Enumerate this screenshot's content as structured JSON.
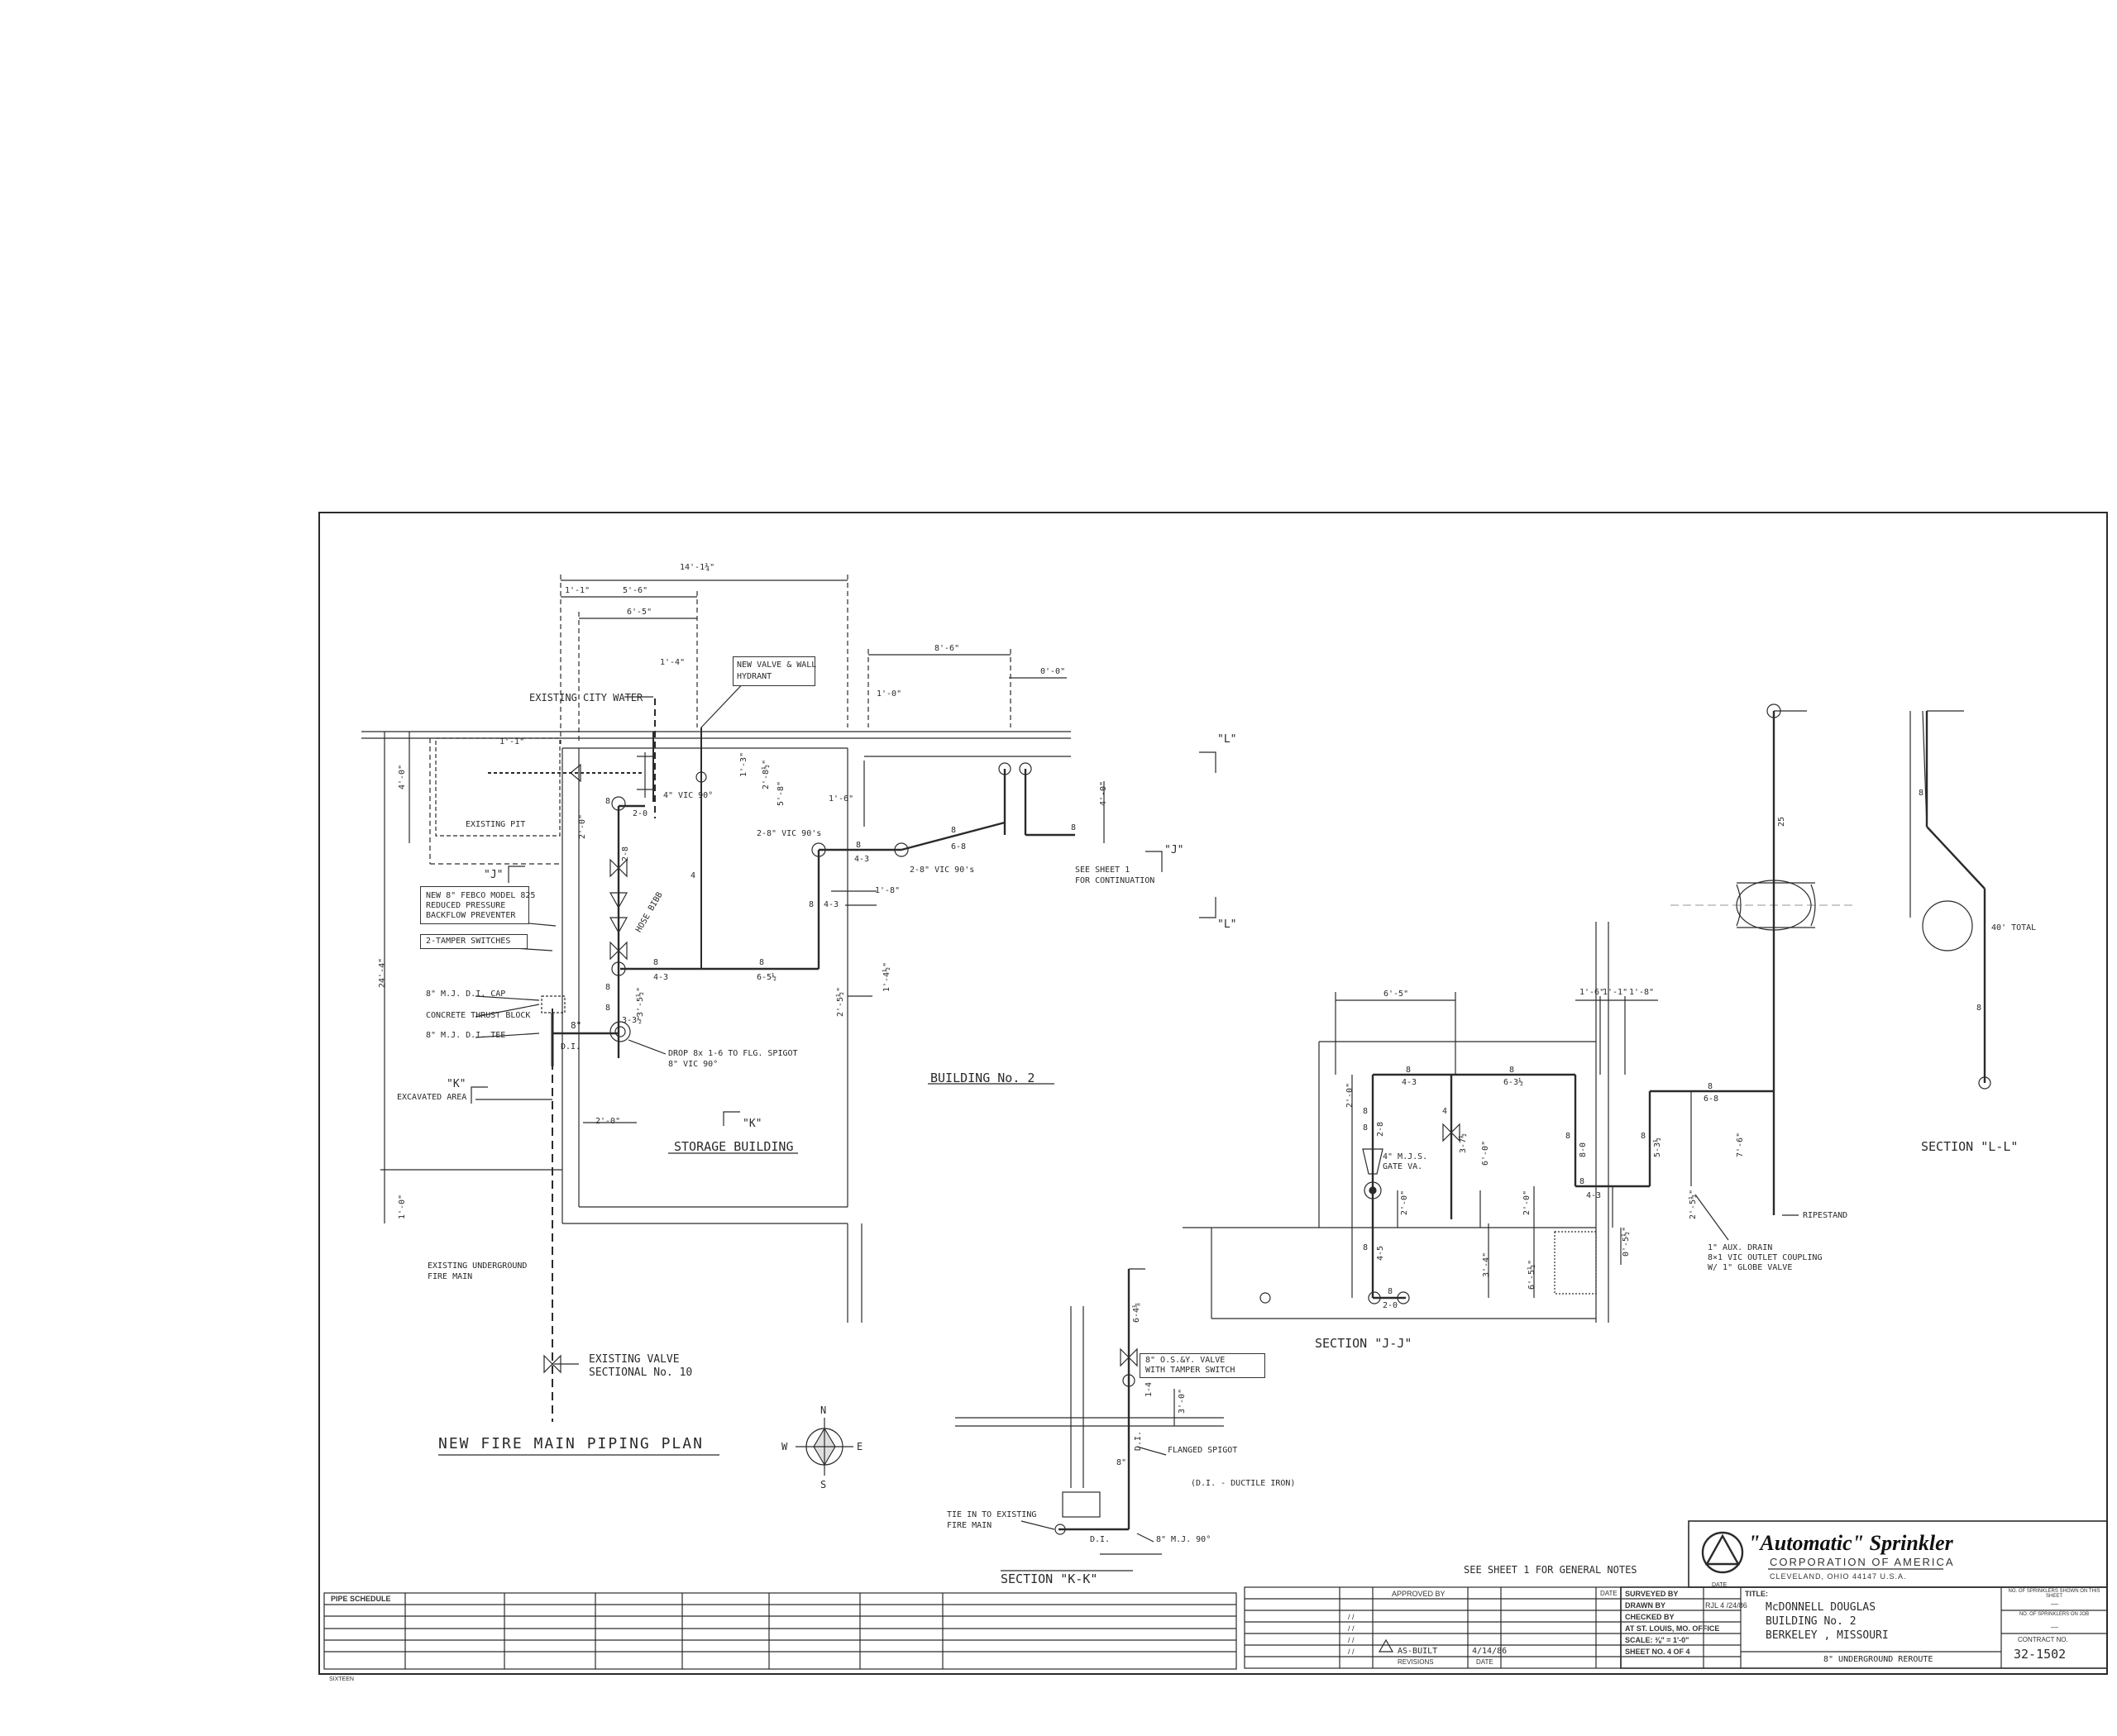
{
  "plan": {
    "title": "NEW FIRE MAIN PIPING PLAN",
    "building": "BUILDING No. 2",
    "storage": "STORAGE BUILDING",
    "existing_city_water": "EXISTING CITY WATER",
    "new_valve_hydrant": [
      "NEW VALVE & WALL",
      "HYDRANT"
    ],
    "existing_pit": "EXISTING PIT",
    "backflow": [
      "NEW 8\" FEBCO MODEL 825",
      "REDUCED PRESSURE",
      "BACKFLOW PREVENTER"
    ],
    "tamper_switches": "2-TAMPER SWITCHES",
    "cap": "8\" M.J. D.I. CAP",
    "thrust_block": "CONCRETE THRUST BLOCK",
    "tee": "8\" M.J. D.I. TEE",
    "excavated": "EXCAVATED AREA",
    "existing_main": [
      "EXISTING UNDERGROUND",
      "FIRE MAIN"
    ],
    "existing_valve": [
      "EXISTING VALVE",
      "SECTIONAL No. 10"
    ],
    "drop": [
      "DROP 8x 1-6 TO FLG. SPIGOT",
      "8\" VIC 90°"
    ],
    "see_sheet": [
      "SEE SHEET 1",
      "FOR CONTINUATION"
    ],
    "hose_bibb": "HOSE BIBB",
    "vic_90": "4\" VIC 90°",
    "vic_90s": "2-8\" VIC 90's",
    "vic_90s_b": "2-8\" VIC 90's",
    "di_label": "D.I.",
    "dims": {
      "overall": "14'-1¾\"",
      "d1": "1'-1\"",
      "d2": "5'-6\"",
      "d3": "6'-5\"",
      "d4": "8'-6\"",
      "d5": "0'-0\"",
      "d6": "1'-4\"",
      "d7": "1'-0\"",
      "d8": "1'-1\"",
      "d9": "4'-0\"",
      "d10": "2'-8½\"",
      "d11": "1'-3\"",
      "d12": "5'-8\"",
      "d13": "4'-0\"",
      "d14": "1'-6\"",
      "d15": "1'-8\"",
      "d16": "2'-0\"",
      "d17": "1'-0\"",
      "d18": "24'-4\"",
      "d19": "1'-4½\"",
      "d20": "2'-5½\"",
      "d21": "3'-5½\"",
      "d22": "2'-0\""
    },
    "pipes": {
      "p1": "8",
      "p2": "2-0",
      "p3": "8",
      "p4": "4-3",
      "p5": "8",
      "p6": "6-8",
      "p7": "8",
      "p8": "4-3",
      "p9": "8",
      "p10": "6-5½",
      "p11": "8",
      "p12": "4",
      "p13": "8",
      "p14": "4-3",
      "p15": "8",
      "p16": "2-8",
      "p17": "8",
      "p18": "3-3½",
      "p19": "8\""
    },
    "section_marks": {
      "L_top": "\"L\"",
      "J_right": "\"J\"",
      "L_bottom": "\"L\"",
      "J_left": "\"J\"",
      "K_left": "\"K\"",
      "K_bottom": "\"K\""
    },
    "compass": {
      "n": "N",
      "s": "S",
      "e": "E",
      "w": "W"
    }
  },
  "section_jj": {
    "title": "SECTION \"J-J\"",
    "gate": [
      "4\" M.J.S.",
      "GATE VA."
    ],
    "aux": [
      "1\" AUX. DRAIN",
      "8×1 VIC OUTLET COUPLING",
      "W/ 1\" GLOBE VALVE"
    ],
    "riser": "RIPESTAND",
    "dims": {
      "a": "6'-5\"",
      "b": "1'-6\"",
      "c": "1'-1\"",
      "d": "1'-8\"",
      "e": "2'-0\"",
      "f": "2'-0\"",
      "g": "6'-0\"",
      "h": "3'-4\"",
      "i": "6'-5½\"",
      "j": "2'-5½\"",
      "k": "0'-5½\"",
      "l": "7'-6\"",
      "m": "2'-0\""
    },
    "pipes": {
      "a": "8",
      "b": "4-3",
      "c": "8",
      "d": "6-3½",
      "e": "8",
      "f": "4",
      "g": "3-7½",
      "h": "8",
      "i": "8-0",
      "j": "8",
      "k": "5-3½",
      "l": "8",
      "m": "4-3",
      "n": "8",
      "o": "6-8",
      "p": "8",
      "q": "2-0",
      "r": "8",
      "s": "4-5",
      "t": "8",
      "u": "2-8"
    }
  },
  "section_kk": {
    "title": "SECTION \"K-K\"",
    "valve": [
      "8\" O.S.&Y. VALVE",
      "WITH TAMPER SWITCH"
    ],
    "spigot": "FLANGED SPIGOT",
    "tie_in": [
      "TIE IN TO EXISTING",
      "FIRE MAIN"
    ],
    "mj90": "8\" M.J. 90°",
    "ductile": "(D.I. - DUCTILE IRON)",
    "di": "D.I.",
    "di2": "D.I.",
    "dims": {
      "a": "6-4⅛",
      "b": "1-4",
      "c": "3'-0\""
    },
    "pipe8": "8\""
  },
  "section_ll": {
    "title": "SECTION \"L-L\"",
    "total": "40' TOTAL",
    "pipes": {
      "a": "8",
      "b": "8",
      "c": "25"
    }
  },
  "notes": {
    "general": "SEE SHEET 1 FOR GENERAL NOTES"
  },
  "pipe_schedule": {
    "label": "PIPE SCHEDULE"
  },
  "revisions": {
    "approved_by": "APPROVED BY",
    "date": "DATE",
    "revisions": "REVISIONS",
    "date2": "DATE",
    "as_built": "AS-BUILT",
    "as_built_date": "4/14/86",
    "rows": [
      "/ /",
      "/ /",
      "/ /",
      "/ /"
    ]
  },
  "title_block": {
    "brand": "\"Automatic\" Sprinkler",
    "corp": "CORPORATION OF AMERICA",
    "address": "CLEVELAND, OHIO 44147 U.S.A.",
    "surveyed_by": "SURVEYED BY",
    "drawn_by": "DRAWN BY",
    "drawn_val": "RJL  4 /24/86",
    "checked_by": "CHECKED BY",
    "office": "AT  ST. LOUIS, MO.  OFFICE",
    "scale": "SCALE:  ⅜\" = 1'-0\"",
    "sheet": "SHEET NO.  4  OF  4",
    "date_hdr": "DATE",
    "title_lbl": "TITLE:",
    "title_lines": [
      "McDONNELL DOUGLAS",
      "BUILDING No. 2",
      "BERKELEY , MISSOURI"
    ],
    "subtitle": "8\" UNDERGROUND REROUTE",
    "contract_lbl": "CONTRACT NO.",
    "contract": "32-1502",
    "sprinklers_sheet": "NO. OF SPRINKLERS SHOWN ON THIS SHEET",
    "sprinklers_job": "NO. OF SPRINKLERS ON JOB",
    "dash1": "—",
    "dash2": "—"
  },
  "corner_code": "SIXTEEN"
}
